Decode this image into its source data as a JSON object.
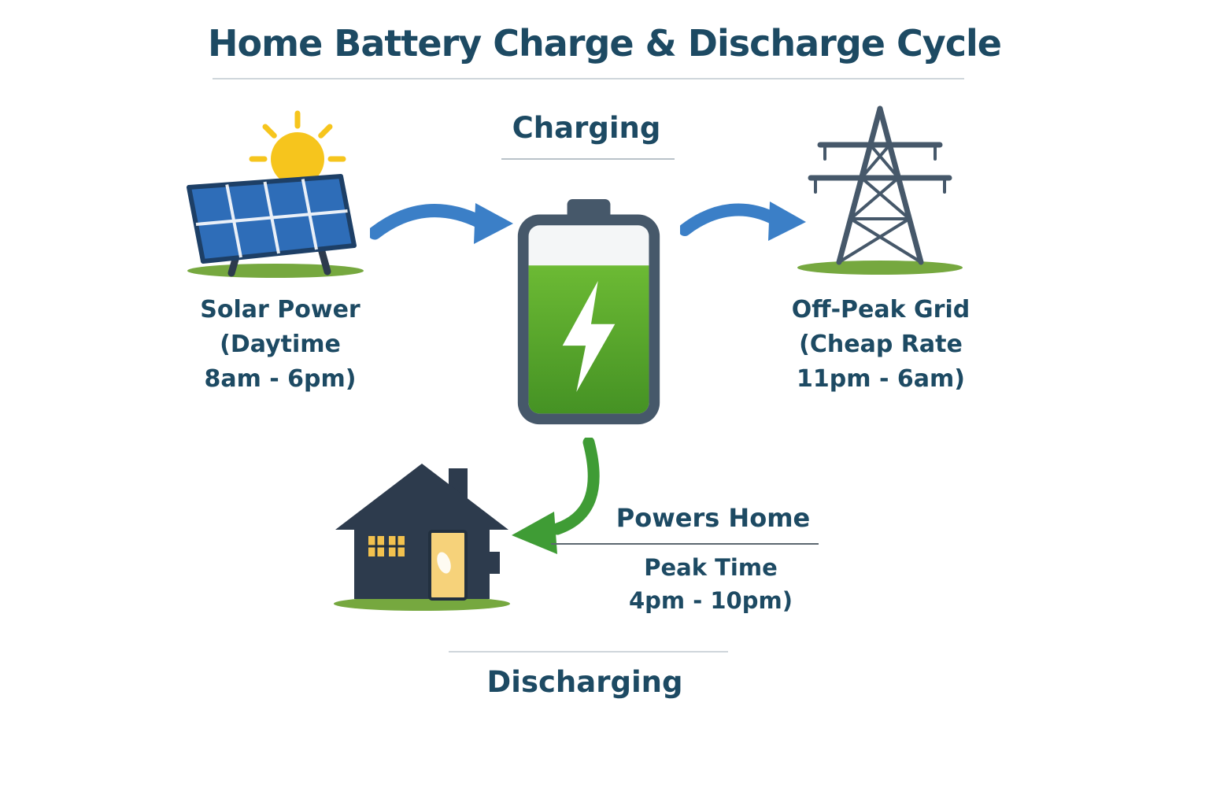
{
  "title": "Home Battery Charge & Discharge Cycle",
  "stages": {
    "charging_label": "Charging",
    "discharging_label": "Discharging"
  },
  "solar": {
    "name": "Solar Power",
    "detail_line1": "(Daytime",
    "detail_line2": "8am - 6pm)"
  },
  "grid": {
    "name": "Off-Peak Grid",
    "detail_line1": "(Cheap Rate",
    "detail_line2": "11pm - 6am)"
  },
  "home": {
    "name": "Powers Home",
    "detail_line1": "Peak Time",
    "detail_line2": "4pm - 10pm)"
  },
  "icons": [
    "sun-icon",
    "solar-panel-icon",
    "battery-icon",
    "lightning-bolt-icon",
    "transmission-tower-icon",
    "house-icon",
    "solar-to-battery-arrow-icon",
    "battery-to-grid-arrow-icon",
    "battery-to-home-arrow-icon"
  ],
  "colors": {
    "navy": "#1d4a63",
    "arrow-blue": "#3b7fc7",
    "arrow-green": "#3f9c35",
    "battery-green": "#6cba34",
    "battery-green-dark": "#459224",
    "battery-case": "#46586a",
    "sun-yellow": "#f6c51d",
    "panel-blue": "#2e6db8",
    "grass-green": "#76a83f",
    "house-dark": "#2d3b4d",
    "window-yellow": "#f2c14e",
    "door-yellow": "#f6d27a",
    "divider-gray": "#cfd6db"
  }
}
